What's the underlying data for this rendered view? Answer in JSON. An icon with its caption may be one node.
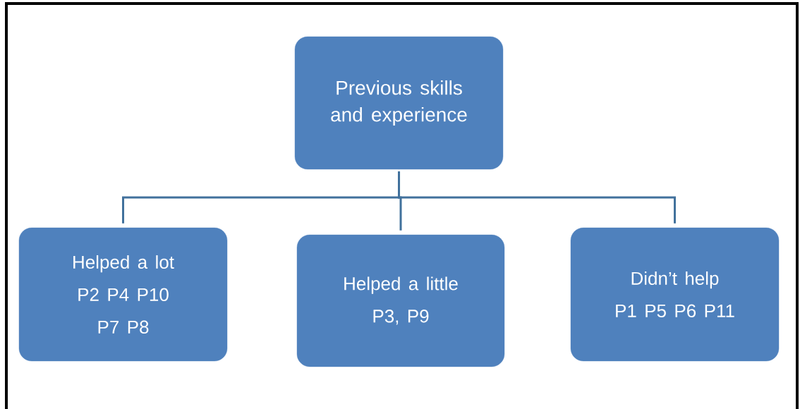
{
  "diagram": {
    "nodes": [
      {
        "text": [
          "Previous skills and experience"
        ]
      },
      {
        "text": [
          "Helped a lot",
          "P2  P4 P10 P7 P8"
        ]
      },
      {
        "text": [
          "Helped a little",
          "P3, P9"
        ]
      },
      {
        "text": [
          "Didn’t help",
          "P1 P5 P6 P11"
        ]
      }
    ],
    "edges": [
      {
        "from": 0,
        "to": 1,
        "arrow": "none"
      },
      {
        "from": 0,
        "to": 2,
        "arrow": "none"
      },
      {
        "from": 0,
        "to": 3,
        "arrow": "none"
      }
    ]
  }
}
